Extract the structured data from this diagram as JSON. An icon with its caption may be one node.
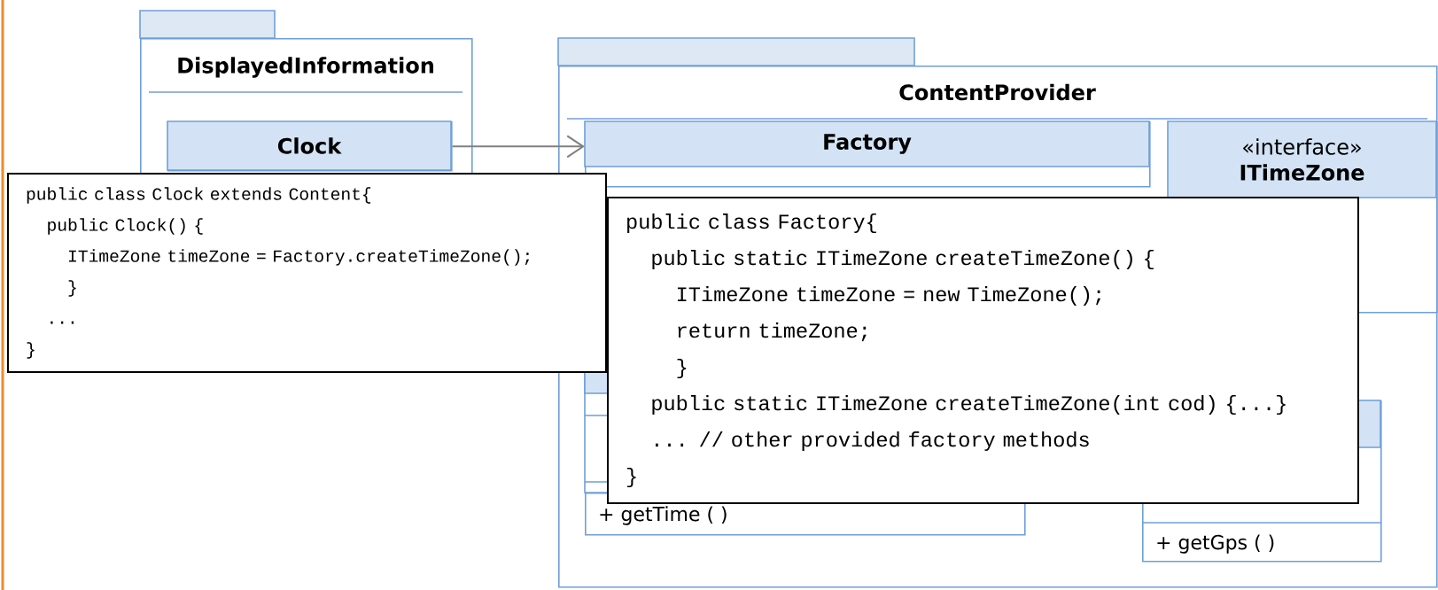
{
  "diagram": {
    "nodes": [
      {
        "text": [
          "DisplayedInformation"
        ]
      },
      {
        "text": [
          "Clock"
        ],
        "in": 0
      },
      {
        "text": [
          "ContentProvider"
        ]
      },
      {
        "text": [
          "Factory"
        ],
        "in": 2
      },
      {
        "text": [
          "«interface»",
          "ITimeZone"
        ],
        "in": 2
      },
      {
        "text": [
          "+ getTime ( )"
        ],
        "in": 2
      },
      {
        "text": [
          "+ getGps ( )"
        ],
        "in": 2
      },
      {
        "text": [
          "public class Clock extends Content{",
          "public Clock() {",
          "ITimeZone timeZone = Factory.createTimeZone();",
          "}",
          "...",
          "}"
        ]
      },
      {
        "in": 2,
        "text": [
          "public class Factory{",
          "public static ITimeZone createTimeZone() {",
          "ITimeZone timeZone = new TimeZone();",
          "return timeZone;",
          "}",
          "public static ITimeZone createTimeZone(int cod) {...}",
          "... // other provided factory methods",
          "}"
        ]
      }
    ],
    "edges": [
      {
        "from": 1,
        "to": 3,
        "arrow": "to"
      }
    ]
  }
}
